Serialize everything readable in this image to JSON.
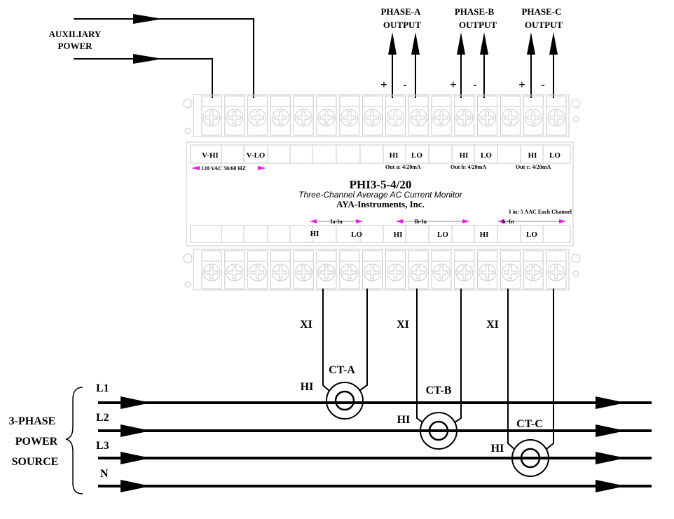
{
  "aux_power": {
    "line1": "AUXILIARY",
    "line2": "POWER"
  },
  "outputs": [
    {
      "line1": "PHASE-A",
      "line2": "OUTPUT",
      "plus": "+",
      "minus": "-"
    },
    {
      "line1": "PHASE-B",
      "line2": "OUTPUT",
      "plus": "+",
      "minus": "-"
    },
    {
      "line1": "PHASE-C",
      "line2": "OUTPUT",
      "plus": "+",
      "minus": "-"
    }
  ],
  "module": {
    "top_labels": {
      "vhi": "V-HI",
      "vlo": "V-LO",
      "hi_a": "HI",
      "lo_a": "LO",
      "hi_b": "HI",
      "lo_b": "LO",
      "hi_c": "HI",
      "lo_c": "LO"
    },
    "supply": "120 VAC 50/60 HZ",
    "out_a": "Out a:  4/20mA",
    "out_b": "Out b:  4/20mA",
    "out_c": "Out c:  4/20mA",
    "model": "PHI3-5-4/20",
    "description": "Three-Channel  Average  AC Current Monitor",
    "manufacturer": "AYA-Instruments, Inc.",
    "input_spec": "I in: 5 AAC  Each Channel",
    "inputs": {
      "a": "Ia-In",
      "b": "Ib-In",
      "c": "Ic-In"
    },
    "bottom_labels": {
      "hi_a": "HI",
      "lo_a": "LO",
      "hi_b": "HI",
      "lo_b": "LO",
      "hi_c": "HI",
      "lo_c": "LO"
    },
    "accent_color": "#e020e0"
  },
  "xi_labels": [
    "XI",
    "XI",
    "XI"
  ],
  "cts": [
    {
      "name": "CT-A",
      "hi": "HI"
    },
    {
      "name": "CT-B",
      "hi": "HI"
    },
    {
      "name": "CT-C",
      "hi": "HI"
    }
  ],
  "lines": [
    "L1",
    "L2",
    "L3",
    "N"
  ],
  "source": {
    "line1": "3-PHASE",
    "line2": "POWER",
    "line3": "SOURCE"
  }
}
